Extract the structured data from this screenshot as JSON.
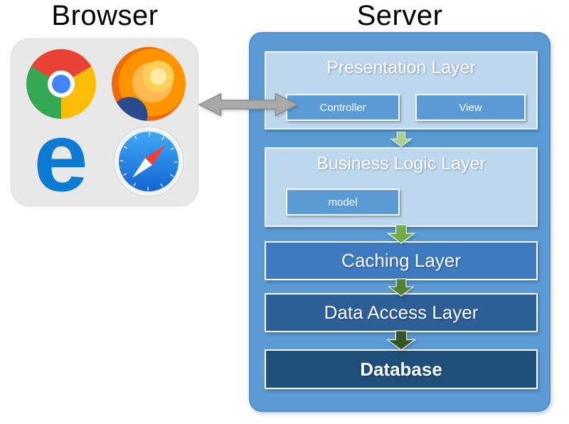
{
  "titles": {
    "browser": "Browser",
    "server": "Server"
  },
  "browser_panel": {
    "icons": [
      "chrome-icon",
      "firefox-icon",
      "edge-icon",
      "safari-icon"
    ],
    "edge_glyph": "e"
  },
  "server": {
    "presentation": {
      "title": "Presentation Layer",
      "controller": "Controller",
      "view": "View"
    },
    "business": {
      "title": "Business Logic Layer",
      "model": "model"
    },
    "caching": {
      "title": "Caching Layer"
    },
    "data_access": {
      "title": "Data Access Layer"
    },
    "database": {
      "title": "Database"
    }
  },
  "colors": {
    "server_bg": "#5b9bd5",
    "layer_light_bg": "#bdd7ee",
    "inner_box_bg": "#5b9bd5",
    "caching_bg": "#3d7ac0",
    "data_access_bg": "#2d5e97",
    "database_bg": "#1f4e79",
    "client_server_arrow": "#a8a8a8",
    "flow_arrows": [
      "#a9d18e",
      "#70ad47",
      "#548235",
      "#375623"
    ]
  }
}
